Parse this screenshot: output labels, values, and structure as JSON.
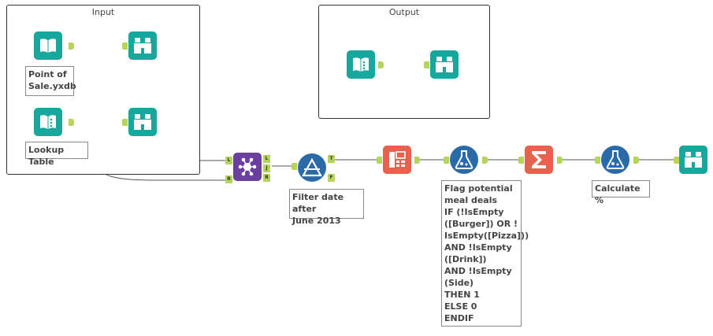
{
  "containers": {
    "input_title": "Input",
    "output_title": "Output"
  },
  "annotations": {
    "point_of_sale": "Point of\nSale.yxdb",
    "lookup_table": "Lookup Table",
    "filter": "Filter date after\nJune 2013",
    "formula": "Flag potential\nmeal deals\nIF (!IsEmpty\n([Burger]) OR !\nIsEmpty([Pizza]))\nAND !IsEmpty\n([Drink])\nAND !IsEmpty\n(Side)\nTHEN 1\nELSE 0\nENDIF",
    "calculate": "Calculate %"
  },
  "anchors": {
    "join_left": "L",
    "join_right": "R",
    "join_out_left": "L",
    "join_out_join": "J",
    "join_out_right": "R",
    "filter_true": "T",
    "filter_false": "F"
  },
  "colors": {
    "teal": "#17a79c",
    "orange": "#e8614c",
    "purple": "#6b3fa0",
    "navy": "#2a6aa8",
    "anchor": "#b6d55a"
  },
  "icons": {
    "input_tool": "book-icon",
    "browse_tool": "binoculars-icon",
    "join_tool": "join-icon",
    "filter_tool": "filter-icon",
    "crosstab_tool": "crosstab-icon",
    "formula_tool": "flask-icon",
    "summarize_tool": "sigma-icon"
  }
}
